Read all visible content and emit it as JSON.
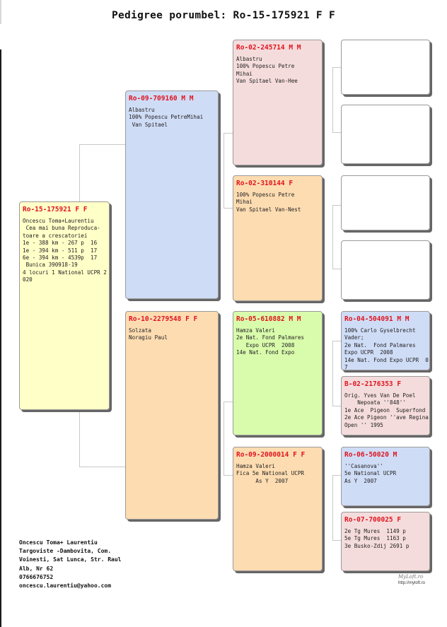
{
  "title": "Pedigree porumbel: Ro-15-175921 F F",
  "subject": {
    "ring": "Ro-15-175921 F F",
    "lines": [
      "Oncescu Toma+Laurentiu",
      "",
      " Cea mai buna Reproduca-",
      "toare a crescatoriei",
      "1e - 388 km - 267 p  16",
      "1e - 394 km - 511 p  17",
      "6e - 394 km - 4539p  17",
      " Bunica 390918-19",
      "4 locuri 1 National UCPR 2",
      "020"
    ]
  },
  "sire": {
    "ring": "Ro-09-709160 M M",
    "lines": [
      "Albastru",
      "100% Popescu PetreMihai",
      " Van Spitael"
    ]
  },
  "dam": {
    "ring": "Ro-10-2279548 F F",
    "lines": [
      "Solzata",
      "Noragiu Paul"
    ]
  },
  "sire_sire": {
    "ring": "Ro-02-245714 M M",
    "lines": [
      "Albastru",
      "100% Popescu Petre",
      "Mihai",
      "Van Spitael Van-Hee"
    ]
  },
  "sire_dam": {
    "ring": "Ro-02-310144 F",
    "lines": [
      "100% Popescu Petre",
      "Mihai",
      "Van Spitael Van-Nest"
    ]
  },
  "dam_sire": {
    "ring": "Ro-05-610882 M M",
    "lines": [
      "Hamza Valeri",
      "2e Nat. Fond Palmares",
      "   Expo UCPR  2008",
      "14e Nat. Fond Expo"
    ]
  },
  "dam_dam": {
    "ring": "Ro-09-2000014 F F",
    "lines": [
      "Hamza Valeri",
      "Fica 5e National UCPR",
      "      As Y  2007"
    ]
  },
  "ggp": [
    {
      "ring": "Ro-04-504091 M M",
      "lines": [
        "100% Carlo Gyselbrecht",
        "Vader;",
        "2e Nat.  Fond Palmares",
        "Expo UCPR  2008",
        "14e Nat. Fond Expo UCPR  0",
        "7"
      ]
    },
    {
      "ring": "B-02-2176353 F",
      "lines": [
        "Orig. Yves Van De Poel",
        "    Nepoata ''848''",
        "1e Ace  Pigeon  Superfond",
        "2e Ace Pigeon ''ave Regina",
        "",
        "Open '' 1995"
      ]
    },
    {
      "ring": "Ro-06-50020 M",
      "lines": [
        "''Casanova''",
        "5e National UCPR",
        "As Y  2007"
      ]
    },
    {
      "ring": "Ro-07-700025 F",
      "lines": [
        "2e Tg Mures  1149 p",
        "5e Tg Mures  1163 p",
        "3e Busko-Zdij 2691 p"
      ]
    }
  ],
  "breeder": {
    "lines": [
      "Oncescu Toma+ Laurentiu",
      "Targoviste -Dambovita, Com.",
      "Voinesti, Sat Lunca, Str. Raul",
      "Alb, Nr 62",
      "0766676752",
      "oncescu.laurentiu@yahoo.com"
    ]
  },
  "logo": {
    "signature": "MyLoft.ro",
    "url": "http://myloft.ro"
  },
  "colors": {
    "ring_red": "#e0141e",
    "yellow": "#ffffc8",
    "blue": "#cfdcf6",
    "orange": "#fddcb1",
    "pink": "#f5dcdc",
    "green": "#d9fbac"
  }
}
